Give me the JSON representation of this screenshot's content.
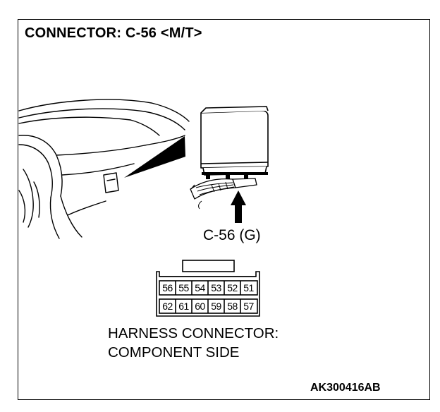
{
  "title": "CONNECTOR: C-56 <M/T>",
  "connector_callout": "C-56 (G)",
  "caption": {
    "line1": "HARNESS CONNECTOR:",
    "line2": "COMPONENT SIDE"
  },
  "figure_code": "AK300416AB",
  "pins": {
    "top_row": [
      "56",
      "55",
      "54",
      "53",
      "52",
      "51"
    ],
    "bottom_row": [
      "62",
      "61",
      "60",
      "59",
      "58",
      "57"
    ]
  }
}
